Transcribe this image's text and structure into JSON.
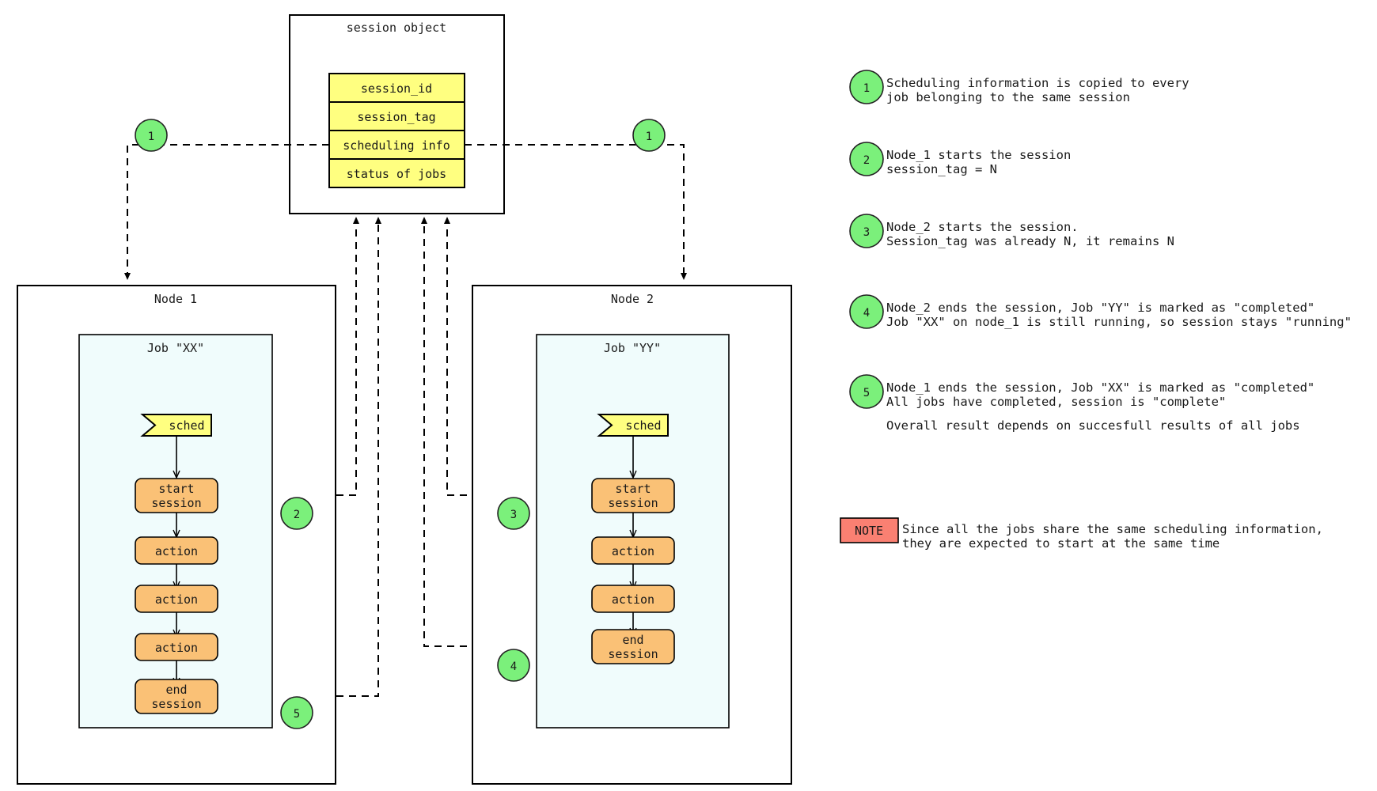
{
  "session_object": {
    "title": "session object",
    "fields": [
      "session_id",
      "session_tag",
      "scheduling info",
      "status of jobs"
    ]
  },
  "nodes": [
    {
      "title": "Node 1",
      "job": {
        "title": "Job \"XX\"",
        "sched_label": "sched",
        "steps": [
          "start\nsession",
          "action",
          "action",
          "action",
          "end\nsession"
        ],
        "step_lines": [
          [
            "start",
            "session"
          ],
          [
            "action"
          ],
          [
            "action"
          ],
          [
            "action"
          ],
          [
            "end",
            "session"
          ]
        ]
      }
    },
    {
      "title": "Node 2",
      "job": {
        "title": "Job \"YY\"",
        "sched_label": "sched",
        "steps": [
          "start\nsession",
          "action",
          "action",
          "end\nsession"
        ],
        "step_lines": [
          [
            "start",
            "session"
          ],
          [
            "action"
          ],
          [
            "action"
          ],
          [
            "end",
            "session"
          ]
        ]
      }
    }
  ],
  "markers": {
    "node1_top": "1",
    "node2_top": "1",
    "node1_start": "2",
    "node2_start": "3",
    "node2_end": "4",
    "node1_end": "5"
  },
  "legend": [
    {
      "num": "1",
      "lines": [
        "Scheduling information is copied to every",
        "job belonging to the same session"
      ]
    },
    {
      "num": "2",
      "lines": [
        "Node_1 starts the session",
        "session_tag = N"
      ]
    },
    {
      "num": "3",
      "lines": [
        "Node_2 starts the session.",
        "Session_tag was already N, it remains N"
      ]
    },
    {
      "num": "4",
      "lines": [
        "Node_2 ends the session, Job \"YY\" is marked as \"completed\"",
        "Job \"XX\" on node_1 is still running, so session stays \"running\""
      ]
    },
    {
      "num": "5",
      "lines": [
        "Node_1 ends the session, Job \"XX\" is marked as \"completed\"",
        "All jobs have completed, session is \"complete\""
      ]
    }
  ],
  "overall_note": "Overall result depends on succesfull results of all jobs",
  "note": {
    "label": "NOTE",
    "lines": [
      "Since all the jobs share the same scheduling information,",
      "they are expected to start at the same time"
    ]
  },
  "colors": {
    "session_field_fill": "#ffff80",
    "step_fill": "#fac176",
    "job_fill": "#f0fcfc",
    "marker_fill": "#7bf07b",
    "note_fill": "#fa8072",
    "stroke": "#000000"
  }
}
